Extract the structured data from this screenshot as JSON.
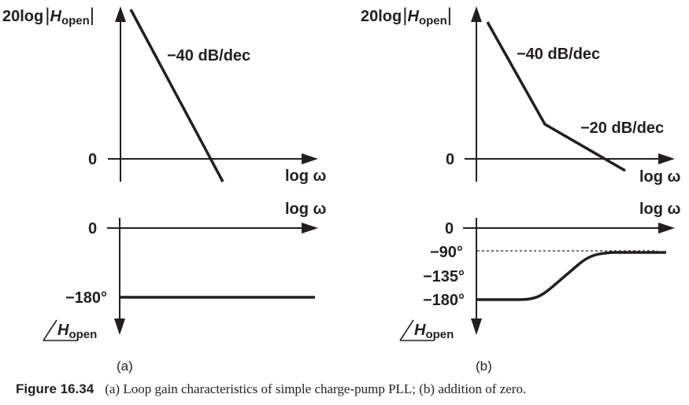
{
  "figure": {
    "number_label": "Figure 16.34",
    "caption_text": "(a) Loop gain characteristics of simple charge-pump PLL; (b) addition of zero.",
    "colors": {
      "ink": "#231f20",
      "background": "#ffffff"
    }
  },
  "panel_a": {
    "sublabel": "(a)",
    "magnitude": {
      "ylabel_prefix": "20log",
      "ylabel_var": "H",
      "ylabel_sub": "open",
      "zero_label": "0",
      "xlabel": "log ω",
      "slope_label": "−40 dB/dec"
    },
    "phase": {
      "xlabel": "log ω",
      "zero_label": "0",
      "m180_label": "−180°",
      "ylabel_var": "H",
      "ylabel_sub": "open"
    }
  },
  "panel_b": {
    "sublabel": "(b)",
    "magnitude": {
      "ylabel_prefix": "20log",
      "ylabel_var": "H",
      "ylabel_sub": "open",
      "zero_label": "0",
      "xlabel": "log ω",
      "slope1_label": "−40 dB/dec",
      "slope2_label": "−20 dB/dec"
    },
    "phase": {
      "xlabel": "log ω",
      "zero_label": "0",
      "m90_label": "−90°",
      "m135_label": "−135°",
      "m180_label": "−180°",
      "ylabel_var": "H",
      "ylabel_sub": "open"
    }
  },
  "chart_data": [
    {
      "type": "line",
      "title": "(a) Magnitude of loop gain, simple charge-pump PLL",
      "xlabel": "log ω",
      "ylabel": "20log|Hopen|",
      "series": [
        {
          "name": "magnitude",
          "slope": "−40 dB/dec",
          "points": "single straight line crossing 0 dB"
        }
      ],
      "annotations": [
        "−40 dB/dec"
      ]
    },
    {
      "type": "line",
      "title": "(a) Phase of loop gain",
      "xlabel": "log ω",
      "ylabel": "∠Hopen",
      "yticks": [
        "0",
        "−180°"
      ],
      "series": [
        {
          "name": "phase",
          "values_deg": [
            -180,
            -180
          ]
        }
      ]
    },
    {
      "type": "line",
      "title": "(b) Magnitude with added zero",
      "xlabel": "log ω",
      "ylabel": "20log|Hopen|",
      "series": [
        {
          "name": "magnitude",
          "segments": [
            "−40 dB/dec",
            "−20 dB/dec"
          ]
        }
      ],
      "annotations": [
        "−40 dB/dec",
        "−20 dB/dec"
      ]
    },
    {
      "type": "line",
      "title": "(b) Phase with added zero",
      "xlabel": "log ω",
      "ylabel": "∠Hopen",
      "yticks": [
        "0",
        "−90°",
        "−135°",
        "−180°"
      ],
      "series": [
        {
          "name": "phase",
          "values_deg": [
            -180,
            -180,
            -135,
            -90,
            -90
          ]
        }
      ],
      "annotations": [
        "dashed asymptote at −90°"
      ]
    }
  ]
}
